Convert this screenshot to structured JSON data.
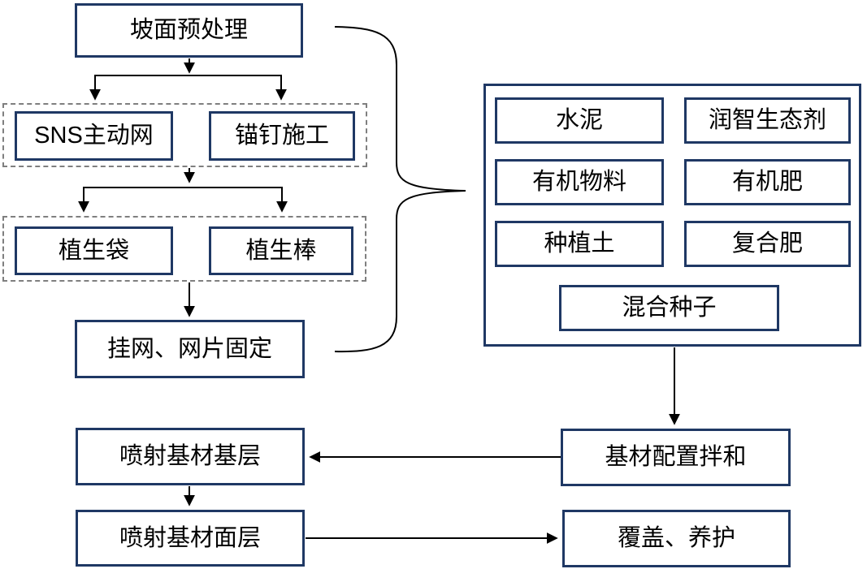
{
  "diagram": {
    "nodes": {
      "slope_pretreatment": "坡面预处理",
      "sns_active_net": "SNS主动网",
      "anchor_nail_construction": "锚钉施工",
      "vegetation_bag": "植生袋",
      "vegetation_rod": "植生棒",
      "net_hanging_fixing": "挂网、网片固定",
      "cement": "水泥",
      "runzhi_eco_agent": "润智生态剂",
      "organic_material": "有机物料",
      "organic_fertilizer": "有机肥",
      "planting_soil": "种植土",
      "compound_fertilizer": "复合肥",
      "mixed_seeds": "混合种子",
      "substrate_mixing": "基材配置拌和",
      "spray_substrate_base_layer": "喷射基材基层",
      "spray_substrate_surface_layer": "喷射基材面层",
      "cover_maintenance": "覆盖、养护"
    },
    "colors": {
      "node_border": "#1f3864",
      "group_border": "#7f7f7f",
      "connector": "#000000",
      "text": "#000000",
      "background": "#ffffff"
    }
  }
}
